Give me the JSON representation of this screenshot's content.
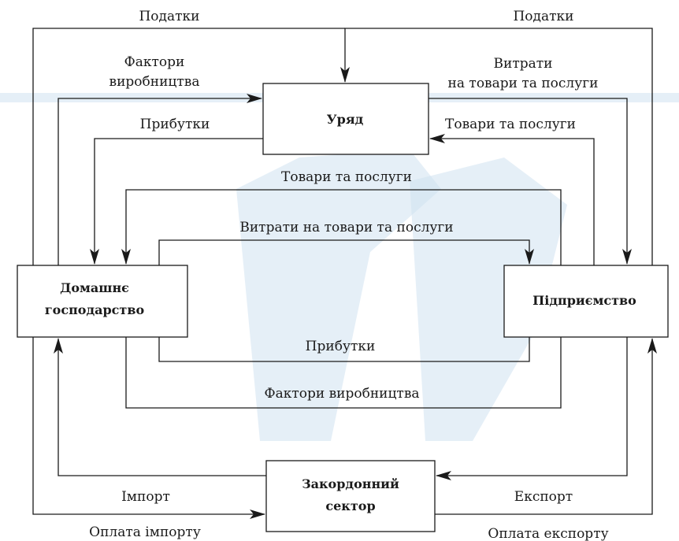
{
  "nodes": {
    "government": {
      "label": "Уряд"
    },
    "household": {
      "line1": "Домашнє",
      "line2": "господарство"
    },
    "enterprise": {
      "label": "Підприємство"
    },
    "foreign": {
      "line1": "Закордонний",
      "line2": "сектор"
    }
  },
  "flows": {
    "taxes_left": "Податки",
    "taxes_right": "Податки",
    "factors_top_line1": "Фактори",
    "factors_top_line2": "виробництва",
    "spending_top_line1": "Витрати",
    "spending_top_line2": "на товари та послуги",
    "profits_top": "Прибутки",
    "goods_top": "Товари та послуги",
    "goods_middle": "Товари та послуги",
    "spending_middle": "Витрати на товари та послуги",
    "profits_middle": "Прибутки",
    "factors_middle": "Фактори виробництва",
    "import": "Імпорт",
    "export": "Експорт",
    "import_payment": "Оплата імпорту",
    "export_payment": "Оплата експорту"
  }
}
